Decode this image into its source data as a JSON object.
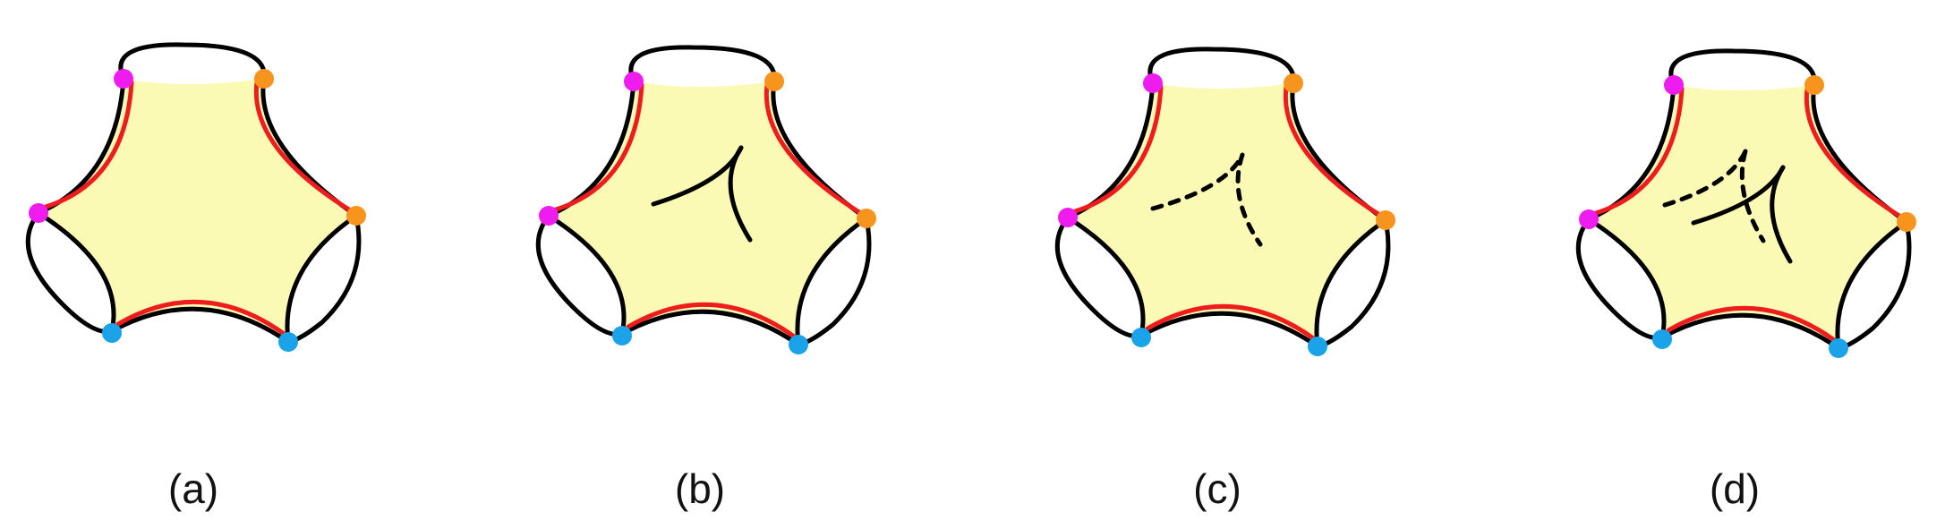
{
  "colors": {
    "fill": "#fbfab4",
    "outline": "#000000",
    "red": "#ee1c1c",
    "magenta": "#ee1cee",
    "orange": "#f7941d",
    "blue": "#1aa3e8"
  },
  "panels": [
    {
      "label": "(a)",
      "interior": "none"
    },
    {
      "label": "(b)",
      "interior": "solid-arcs"
    },
    {
      "label": "(c)",
      "interior": "dashed-arcs"
    },
    {
      "label": "(d)",
      "interior": "solid-and-dashed-arcs"
    }
  ]
}
